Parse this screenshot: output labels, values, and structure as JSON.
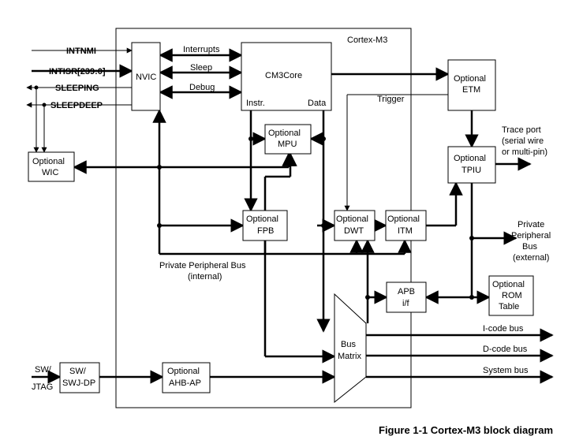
{
  "title": "Cortex-M3",
  "caption": "Figure 1-1 Cortex-M3 block diagram",
  "blocks": {
    "nvic": "NVIC",
    "core": "CM3Core",
    "core_instr": "Instr.",
    "core_data": "Data",
    "mpu": [
      "Optional",
      "MPU"
    ],
    "wic": [
      "Optional",
      "WIC"
    ],
    "fpb": [
      "Optional",
      "FPB"
    ],
    "dwt": [
      "Optional",
      "DWT"
    ],
    "itm": [
      "Optional",
      "ITM"
    ],
    "etm": [
      "Optional",
      "ETM"
    ],
    "tpiu": [
      "Optional",
      "TPIU"
    ],
    "apb": [
      "APB",
      "i/f"
    ],
    "rom": [
      "Optional",
      "ROM",
      "Table"
    ],
    "swj": [
      "SW/",
      "SWJ-DP"
    ],
    "ahb_ap": [
      "Optional",
      "AHB-AP"
    ],
    "bus_matrix": [
      "Bus",
      "Matrix"
    ]
  },
  "signals": {
    "intnmi": "INTNMI",
    "intisr": "INTISR[239:0]",
    "sleeping": "SLEEPING",
    "sleepdeep": "SLEEPDEEP",
    "interrupts": "Interrupts",
    "sleep": "Sleep",
    "debug": "Debug",
    "trigger": "Trigger",
    "trace_port": [
      "Trace port",
      "(serial wire",
      "or multi-pin)"
    ],
    "ppb_external": [
      "Private",
      "Peripheral",
      "Bus",
      "(external)"
    ],
    "ppb_internal": [
      "Private Peripheral Bus",
      "(internal)"
    ],
    "icode": "I-code bus",
    "dcode": "D-code bus",
    "system_bus": "System bus",
    "sw_jtag": [
      "SW/",
      "JTAG"
    ]
  }
}
